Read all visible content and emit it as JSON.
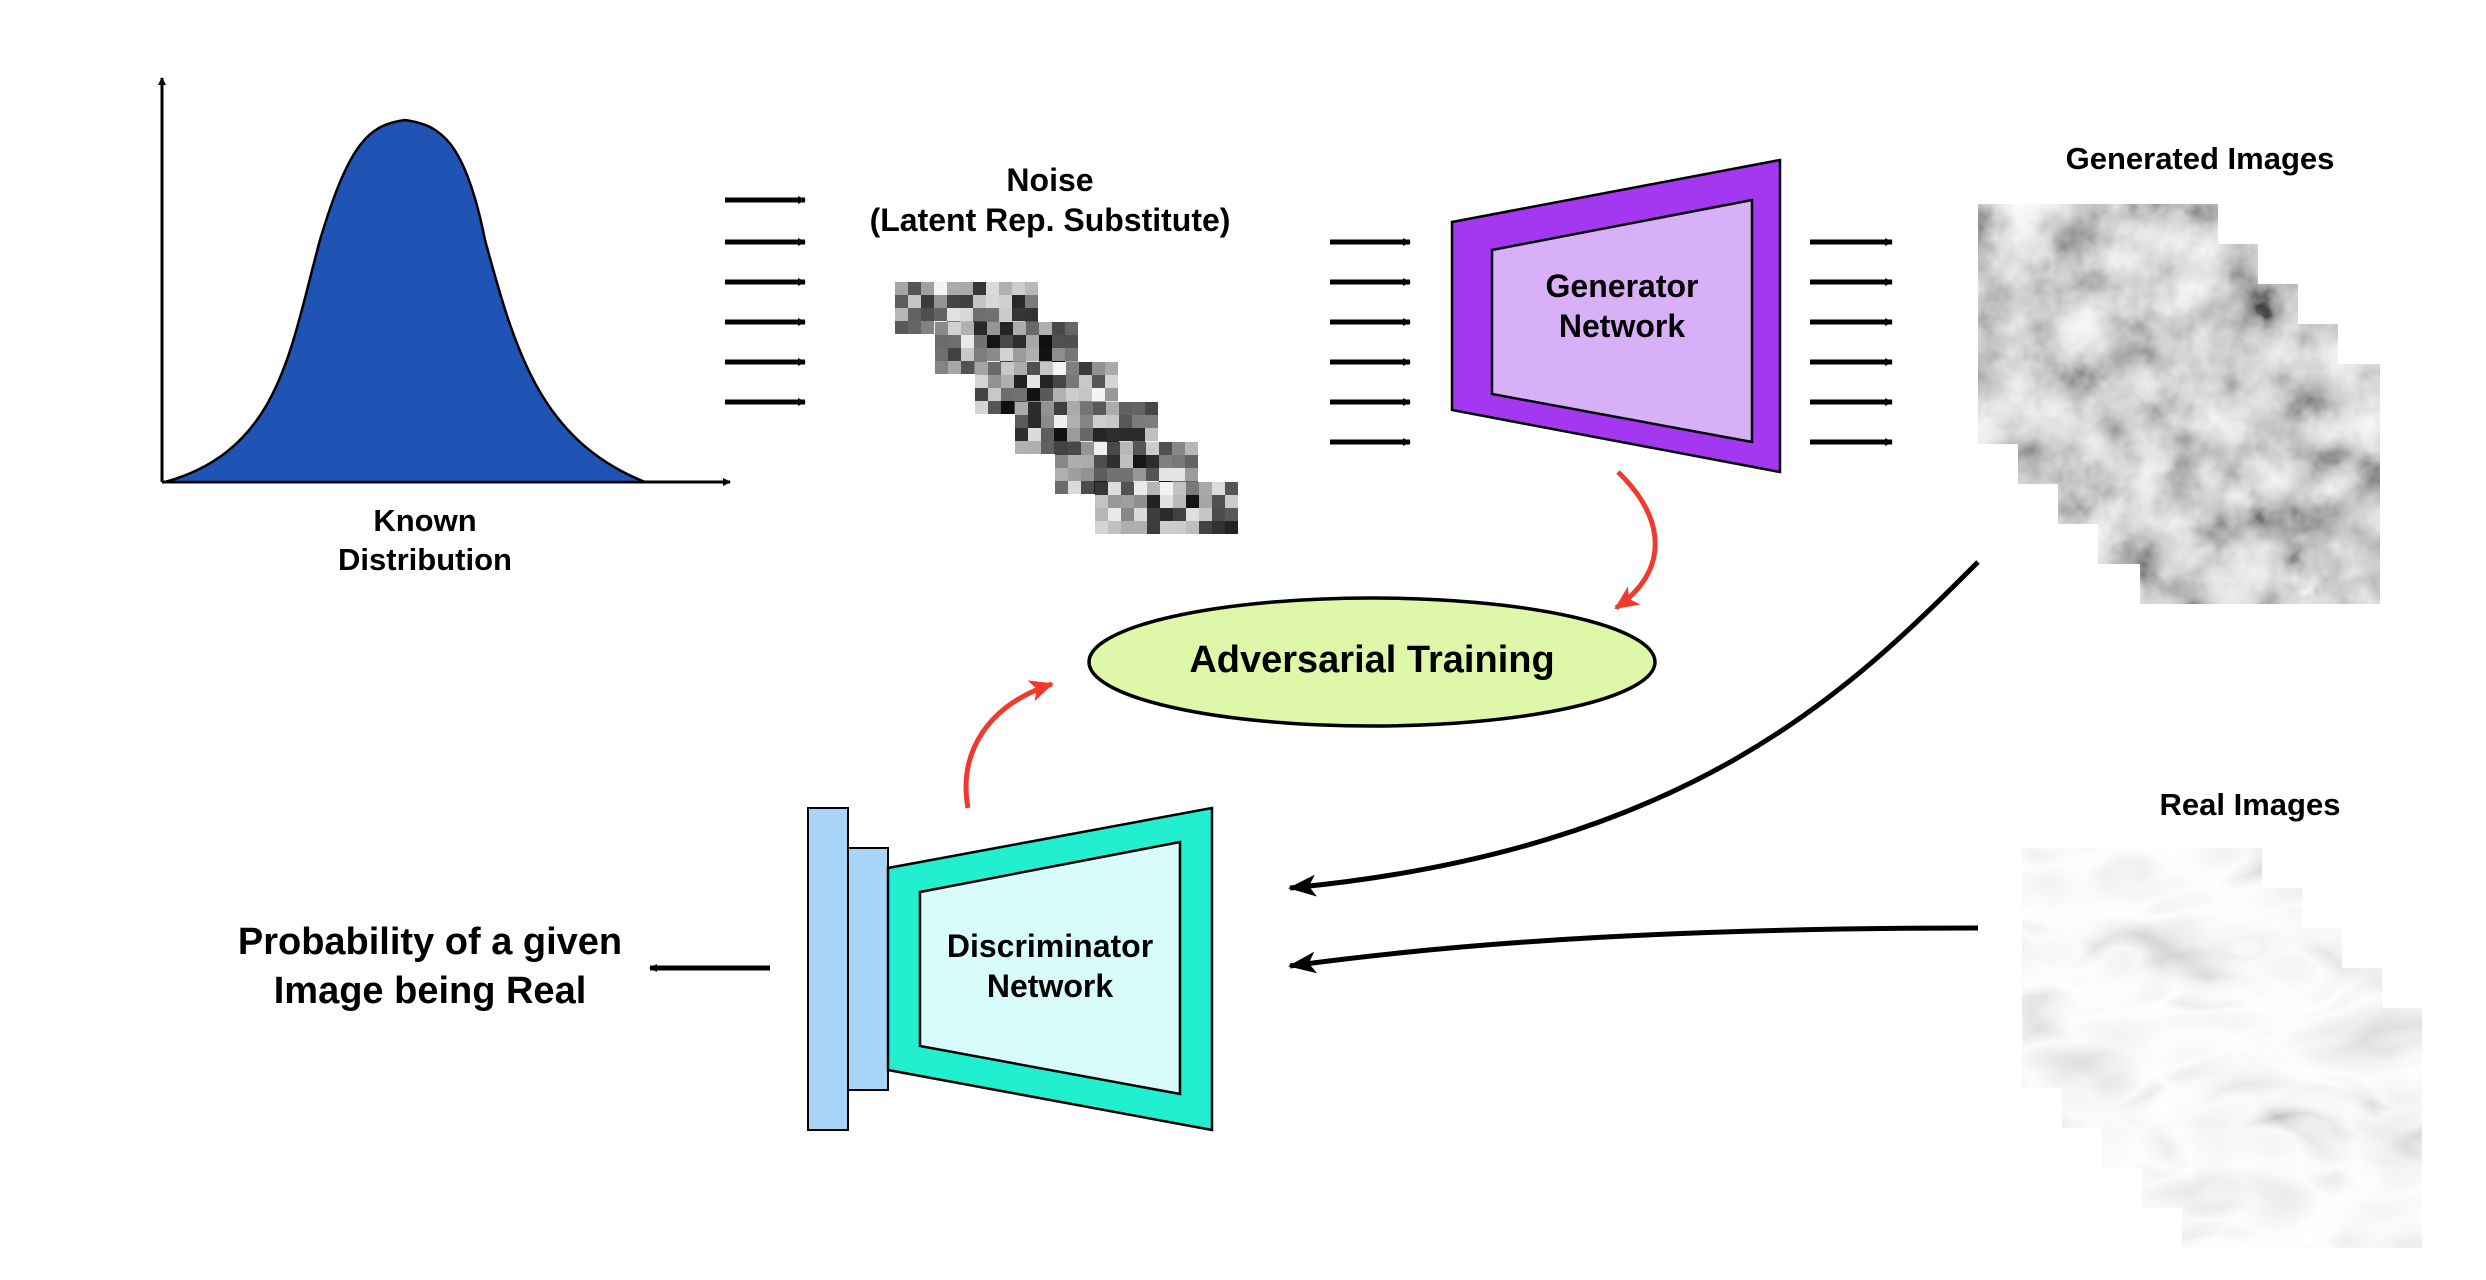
{
  "known_distribution": {
    "label_line1": "Known",
    "label_line2": "Distribution",
    "fill": "#2054b4"
  },
  "noise": {
    "label_line1": "Noise",
    "label_line2": "(Latent Rep. Substitute)"
  },
  "generator": {
    "label_line1": "Generator",
    "label_line2": "Network",
    "outer_color": "#a338f0",
    "inner_color": "#d8b0f8"
  },
  "generated_images": {
    "label": "Generated Images"
  },
  "real_images": {
    "label": "Real Images"
  },
  "adversarial": {
    "label": "Adversarial Training",
    "fill": "#dff7a8",
    "arrow_color": "#f03a2e"
  },
  "discriminator": {
    "label_line1": "Discriminator",
    "label_line2": "Network",
    "outer_color": "#22efcf",
    "inner_color": "#d8fbfb",
    "block_color": "#a8d4f8"
  },
  "output": {
    "label_line1": "Probability of a given",
    "label_line2": "Image being Real"
  }
}
